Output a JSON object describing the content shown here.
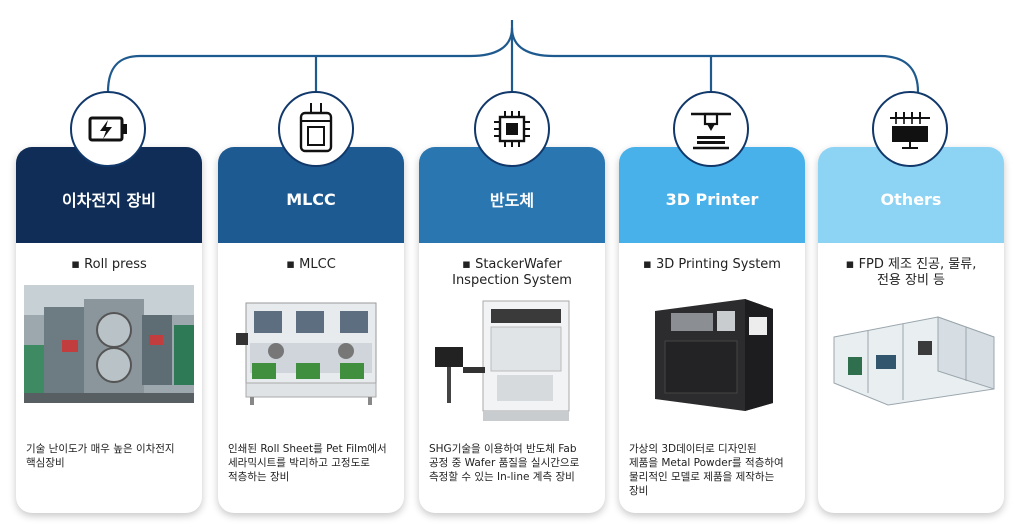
{
  "colors": {
    "line": "#1f5a8e",
    "card1": "#0f2d56",
    "card2": "#1d5a92",
    "card3": "#2a76b1",
    "card4": "#48b1ea",
    "card5": "#8dd3f3"
  },
  "cards": [
    {
      "title": "이차전지 장비",
      "icon": "battery-charging-icon",
      "feature": "▪ Roll press",
      "desc": [
        "기술 난이도가 매우 높은 이차전지",
        "핵심장비"
      ]
    },
    {
      "title": "MLCC",
      "icon": "capacitor-icon",
      "feature": "▪  MLCC",
      "desc": [
        "인쇄된 Roll Sheet를 Pet Film에서",
        "세라믹시트를 박리하고 고정도로",
        "적층하는 장비"
      ]
    },
    {
      "title": "반도체",
      "icon": "chip-icon",
      "feature": [
        "▪ StackerWafer",
        "Inspection System"
      ],
      "desc": [
        "SHG기술을 이용하여 반도체 Fab",
        "공정 중 Wafer 품질을 실시간으로",
        "측정할 수 있는 In-line 계측 장비"
      ]
    },
    {
      "title": "3D Printer",
      "icon": "3d-printer-icon",
      "feature": "▪ 3D Printing System",
      "desc": [
        "가상의 3D데이터로 디자인된",
        "제품을 Metal Powder를 적층하여",
        "물리적인 모델로 제품을 제작하는",
        "장비"
      ]
    },
    {
      "title": "Others",
      "icon": "display-equipment-icon",
      "feature": [
        "▪ FPD 제조 진공, 물류,",
        "전용 장비 등"
      ],
      "desc": []
    }
  ]
}
